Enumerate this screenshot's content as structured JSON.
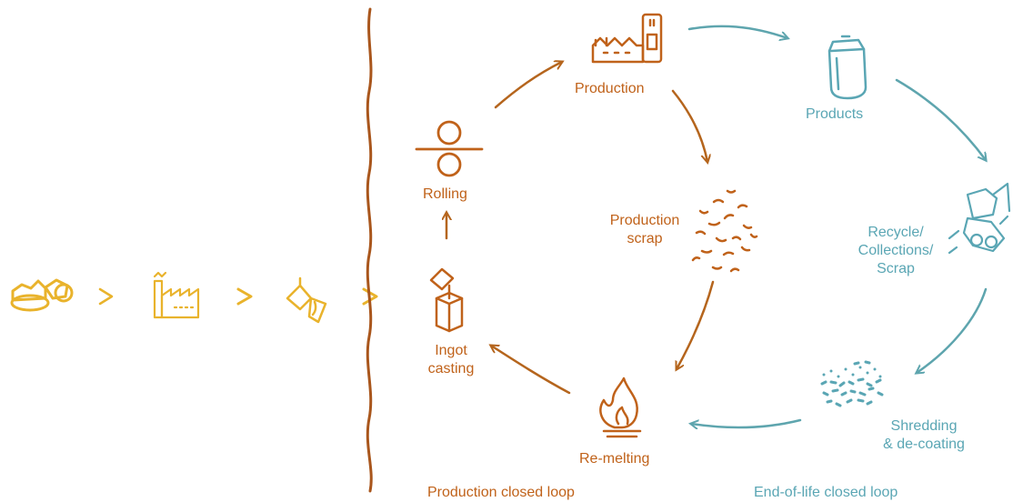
{
  "colors": {
    "production_loop": "#c0621a",
    "production_arrows": "#b5651d",
    "end_of_life": "#5aa6b4",
    "end_of_life_arrows": "#5ea5ae",
    "primary_chain": "#e9b32c",
    "divider": "#a9561c"
  },
  "primary_chain": {
    "icons": [
      "bauxite-ore-icon",
      "refinery-factory-icon",
      "molten-metal-pouring-icon"
    ],
    "separators": [
      ">",
      ">",
      ">"
    ]
  },
  "production_loop": {
    "production": {
      "label": "Production",
      "icon": "factory-icon"
    },
    "production_scrap": {
      "label_line1": "Production",
      "label_line2": "scrap",
      "icon": "scrap-pieces-icon"
    },
    "re_melting": {
      "label": "Re-melting",
      "icon": "flame-icon"
    },
    "ingot_casting": {
      "label_line1": "Ingot",
      "label_line2": "casting",
      "icon": "ingot-casting-icon"
    },
    "rolling": {
      "label": "Rolling",
      "icon": "rolling-mill-icon"
    },
    "caption": "Production closed loop"
  },
  "end_of_life_loop": {
    "products": {
      "label": "Products",
      "icon": "beverage-can-icon"
    },
    "recycle": {
      "label_line1": "Recycle/",
      "label_line2": "Collections/",
      "label_line3": "Scrap",
      "icon": "crushed-cans-icon"
    },
    "shredding": {
      "label_line1": "Shredding",
      "label_line2": "& de-coating",
      "icon": "shredded-pieces-icon"
    },
    "caption": "End-of-life closed loop"
  }
}
